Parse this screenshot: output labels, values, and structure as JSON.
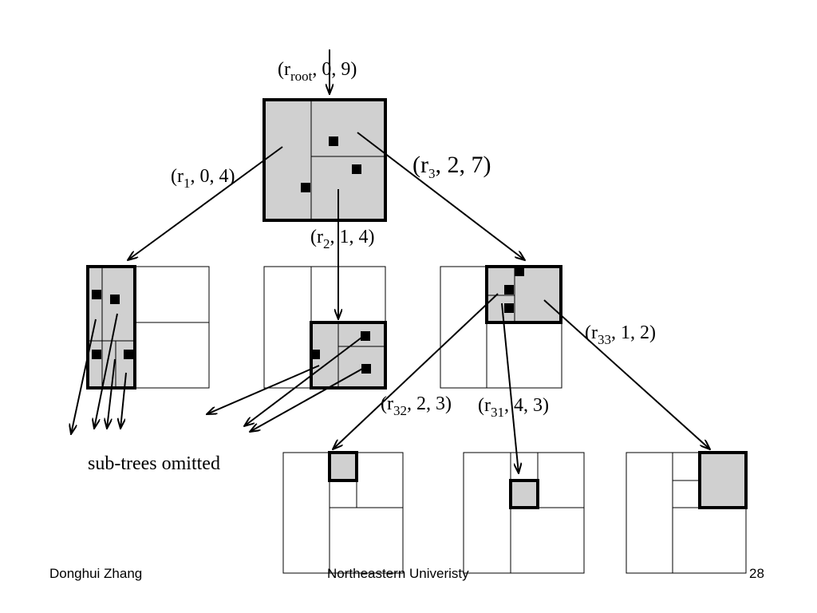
{
  "labels": {
    "root": {
      "prefix": "(r",
      "sub": "root",
      "suffix": ", 0, 9)"
    },
    "r1": {
      "prefix": "(r",
      "sub": "1",
      "suffix": ", 0, 4)"
    },
    "r2": {
      "prefix": "(r",
      "sub": "2",
      "suffix": ", 1, 4)"
    },
    "r3": {
      "prefix": "(r",
      "sub": "3",
      "suffix": ", 2, 7)"
    },
    "r31": {
      "prefix": "(r",
      "sub": "31",
      "suffix": ", 4, 3)"
    },
    "r32": {
      "prefix": "(r",
      "sub": "32",
      "suffix": ", 2, 3)"
    },
    "r33": {
      "prefix": "(r",
      "sub": "33",
      "suffix": ", 1, 2)"
    }
  },
  "note": "sub-trees omitted",
  "footer": {
    "author": "Donghui Zhang",
    "institution": "Northeastern Univeristy",
    "page": "28"
  }
}
